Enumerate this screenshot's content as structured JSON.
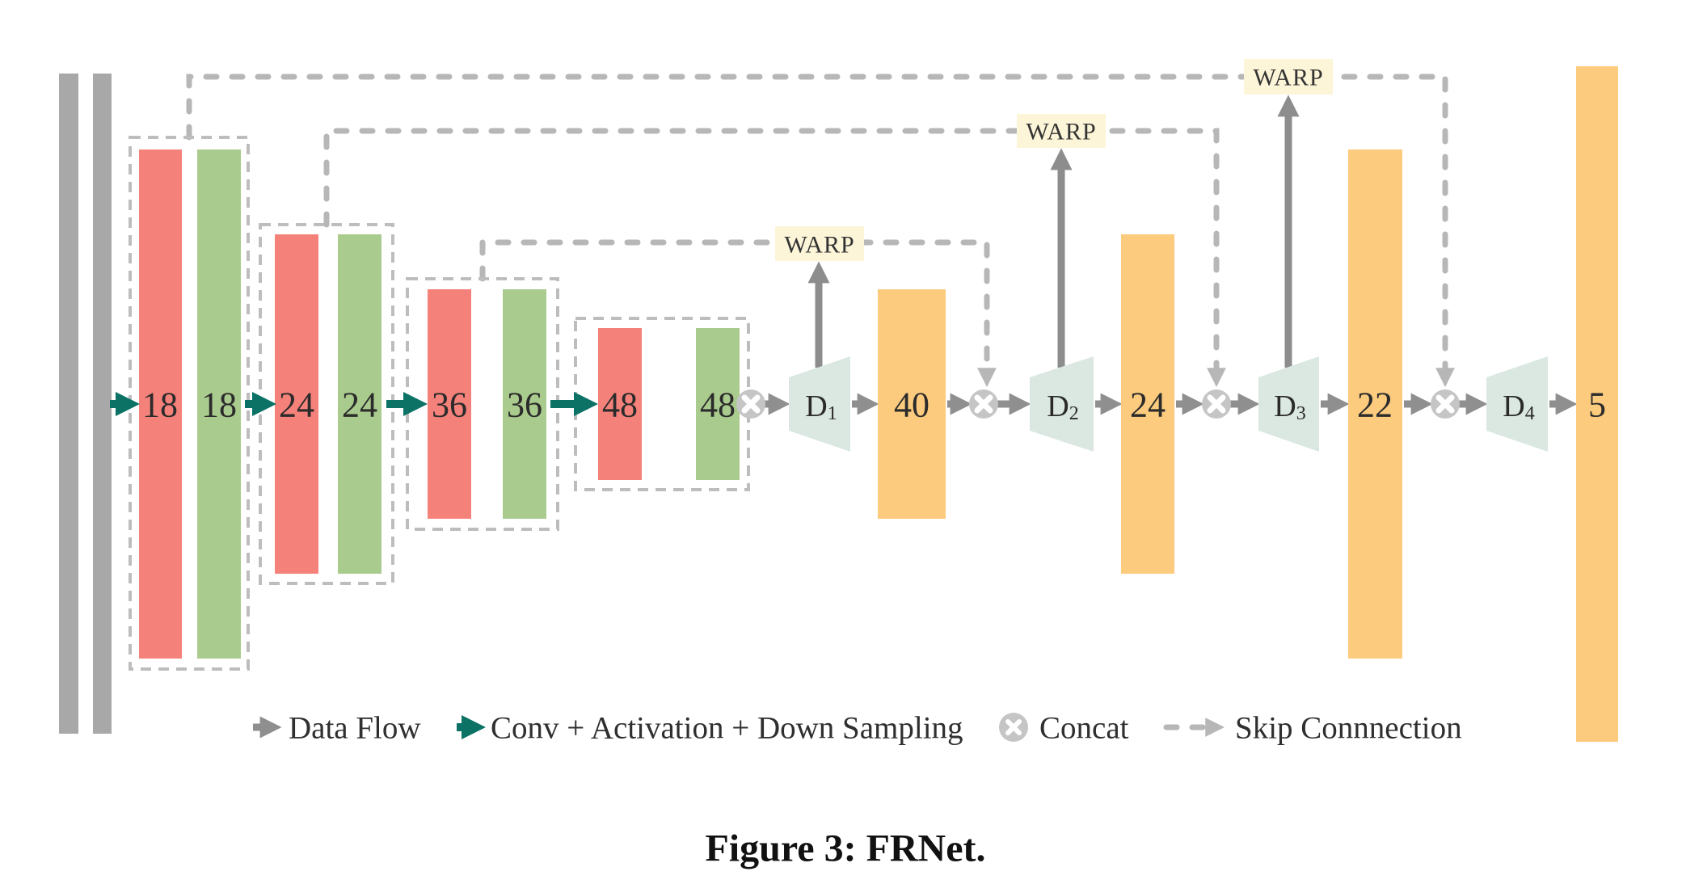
{
  "diagram": {
    "caption": "Figure 3: FRNet.",
    "warp_label": "WARP",
    "encoder": {
      "stages": [
        {
          "conv": "18",
          "down": "18"
        },
        {
          "conv": "24",
          "down": "24"
        },
        {
          "conv": "36",
          "down": "36"
        },
        {
          "conv": "48",
          "down": "48"
        }
      ]
    },
    "decoder": {
      "blocks": [
        {
          "base": "D",
          "sub": "1",
          "output": "40"
        },
        {
          "base": "D",
          "sub": "2",
          "output": "24"
        },
        {
          "base": "D",
          "sub": "3",
          "output": "22"
        },
        {
          "base": "D",
          "sub": "4",
          "output": "5"
        }
      ]
    },
    "legend": {
      "data_flow": "Data Flow",
      "conv_activation": "Conv + Activation + Down Sampling",
      "concat": "Concat",
      "skip": "Skip Connnection"
    },
    "colors": {
      "conv_bar": "#f5827a",
      "downsample_bar": "#aacb8e",
      "decoder_output_bar": "#fccb7e",
      "decoder_block": "#dbe7e1",
      "warp_background": "#fdf5d8",
      "conv_arrow": "#0b7265",
      "data_flow_arrow": "#8f8f8f",
      "skip_line": "#b7b7b7",
      "input_bar": "#a8a8a8",
      "concat_node": "#c5c5c5",
      "label_text": "#2b2b2b"
    }
  }
}
